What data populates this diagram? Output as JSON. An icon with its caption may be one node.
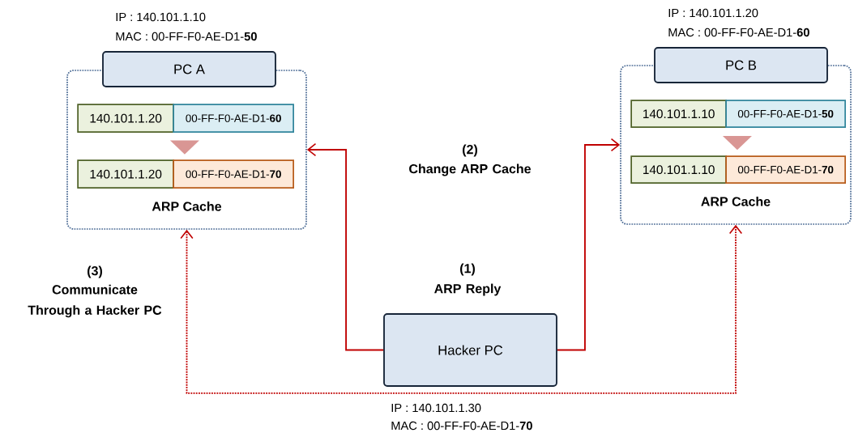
{
  "diagram": {
    "nodes": [
      {
        "text": [
          "ARP Cache"
        ]
      },
      {
        "text": [
          "PC A"
        ],
        "beside": [
          "IP : 140.101.1.10",
          "MAC : 00-FF-F0-AE-D1-**50**"
        ]
      },
      {
        "text": [
          "140.101.1.20"
        ],
        "in": 0
      },
      {
        "text": [
          "00-FF-F0-AE-D1-**60**"
        ],
        "in": 0
      },
      {
        "text": [
          "140.101.1.20"
        ],
        "in": 0
      },
      {
        "text": [
          "00-FF-F0-AE-D1-**70**"
        ],
        "in": 0
      },
      {
        "text": [
          "ARP Cache"
        ]
      },
      {
        "text": [
          "PC B"
        ],
        "beside": [
          "IP : 140.101.1.20",
          "MAC : 00-FF-F0-AE-D1-**60**"
        ]
      },
      {
        "text": [
          "140.101.1.10"
        ],
        "in": 6
      },
      {
        "text": [
          "00-FF-F0-AE-D1-**50**"
        ],
        "in": 6
      },
      {
        "text": [
          "140.101.1.10"
        ],
        "in": 6
      },
      {
        "text": [
          "00-FF-F0-AE-D1-**70**"
        ],
        "in": 6
      },
      {
        "text": [
          "Hacker PC"
        ],
        "beside": [
          "IP : 140.101.1.30",
          "MAC : 00-FF-F0-AE-D1-**70**"
        ]
      }
    ],
    "edges": [
      {
        "from": 12,
        "to": 0,
        "arrow": "to"
      },
      {
        "from": 12,
        "to": 6,
        "arrow": "to"
      },
      {
        "from": 0,
        "to": 6,
        "arrow": "both",
        "style": "dashed"
      },
      {
        "from": 3,
        "to": 5,
        "arrow": "to",
        "color": "#d99694"
      },
      {
        "from": 9,
        "to": 11,
        "arrow": "to",
        "color": "#d99694"
      }
    ],
    "labels": [
      "(2)",
      "Change ARP Cache",
      "(3)",
      "Communicate Through a Hacker PC",
      "(1)",
      "ARP Reply"
    ]
  }
}
